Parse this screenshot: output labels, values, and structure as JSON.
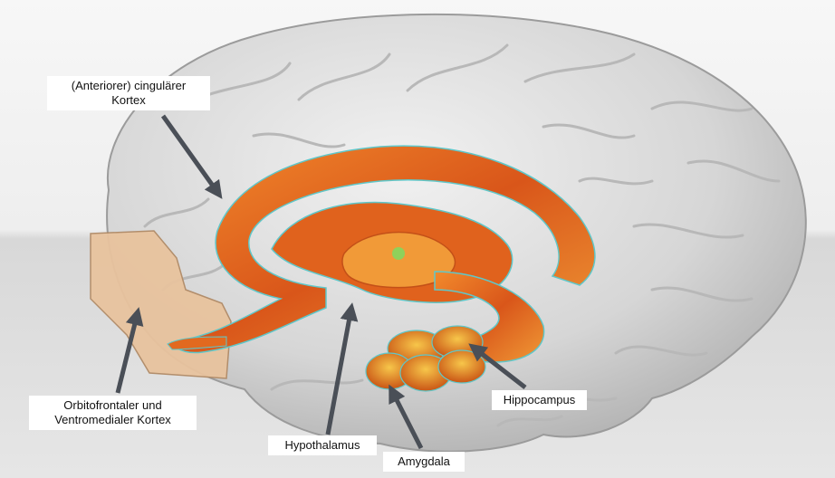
{
  "labels": {
    "cingulate": {
      "line1": "(Anteriorer) cingulärer",
      "line2": "Kortex"
    },
    "orbitofrontal": {
      "line1": "Orbitofrontaler und",
      "line2": "Ventromedialer Kortex"
    },
    "hypothalamus": "Hypothalamus",
    "amygdala": "Amygdala",
    "hippocampus": "Hippocampus"
  },
  "colors": {
    "background_top": "#f2f2f2",
    "floor": "#d9d9d9",
    "brain": "#dcdcdc",
    "limbic": "#e2691f",
    "limbic_highlight": "#f6a33c",
    "orbitofrontal_patch": "#e8c39e",
    "arrow": "#4a4f57",
    "outline": "#5fc7c9"
  }
}
